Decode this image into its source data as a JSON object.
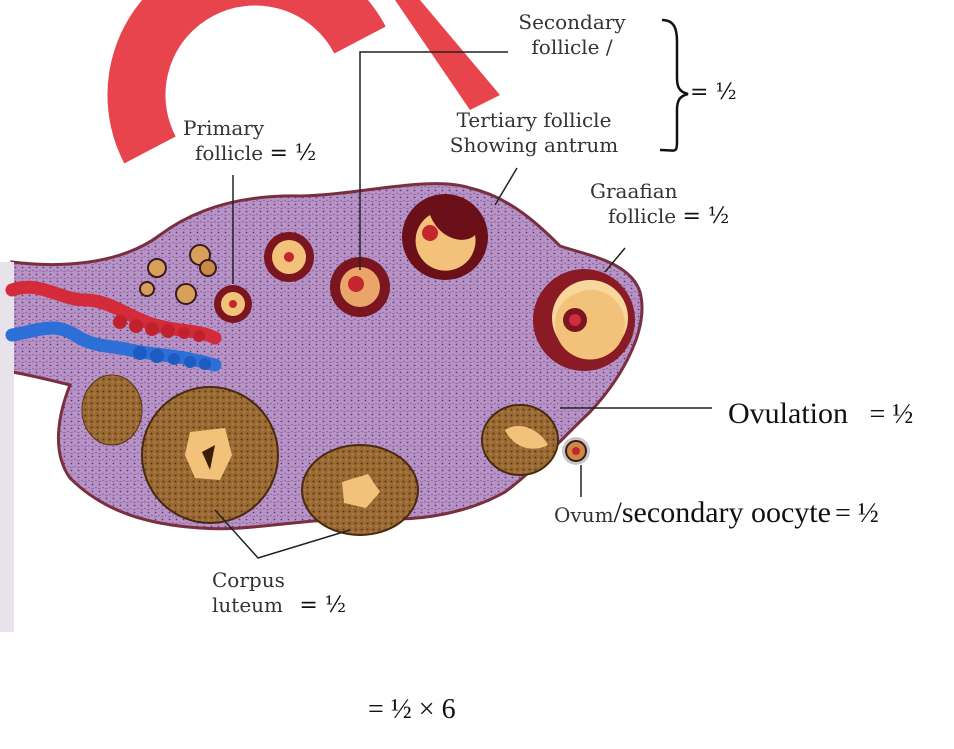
{
  "labels": {
    "secondary_line1": "Secondary",
    "secondary_line2": "follicle  /",
    "tertiary_line1": "Tertiary follicle",
    "tertiary_line2": "Showing antrum",
    "bracket_mark": "= ½",
    "primary_line1": "Primary",
    "primary_line2": "follicle",
    "primary_mark": "= ½",
    "graafian_line1": "Graafian",
    "graafian_line2": "follicle",
    "graafian_mark": "= ½",
    "ovulation": "Ovulation",
    "ovulation_mark": "= ½",
    "ovum": "Ovum",
    "secondary_oocyte": "/secondary oocyte",
    "ovum_mark": "= ½",
    "corpus_line1": "Corpus",
    "corpus_line2": "luteum",
    "corpus_mark": "= ½",
    "total": "= ½ × 6"
  },
  "colors": {
    "stroma": "#b893c8",
    "border": "#7a2f3e",
    "follicle_wall": "#7b1520",
    "antrum": "#f3c27a",
    "oocyte": "#c4262b",
    "corpus": "#8a5a2b",
    "artery": "#d42b3a",
    "vein": "#2c6fd6",
    "watermark": "#e63a43"
  }
}
